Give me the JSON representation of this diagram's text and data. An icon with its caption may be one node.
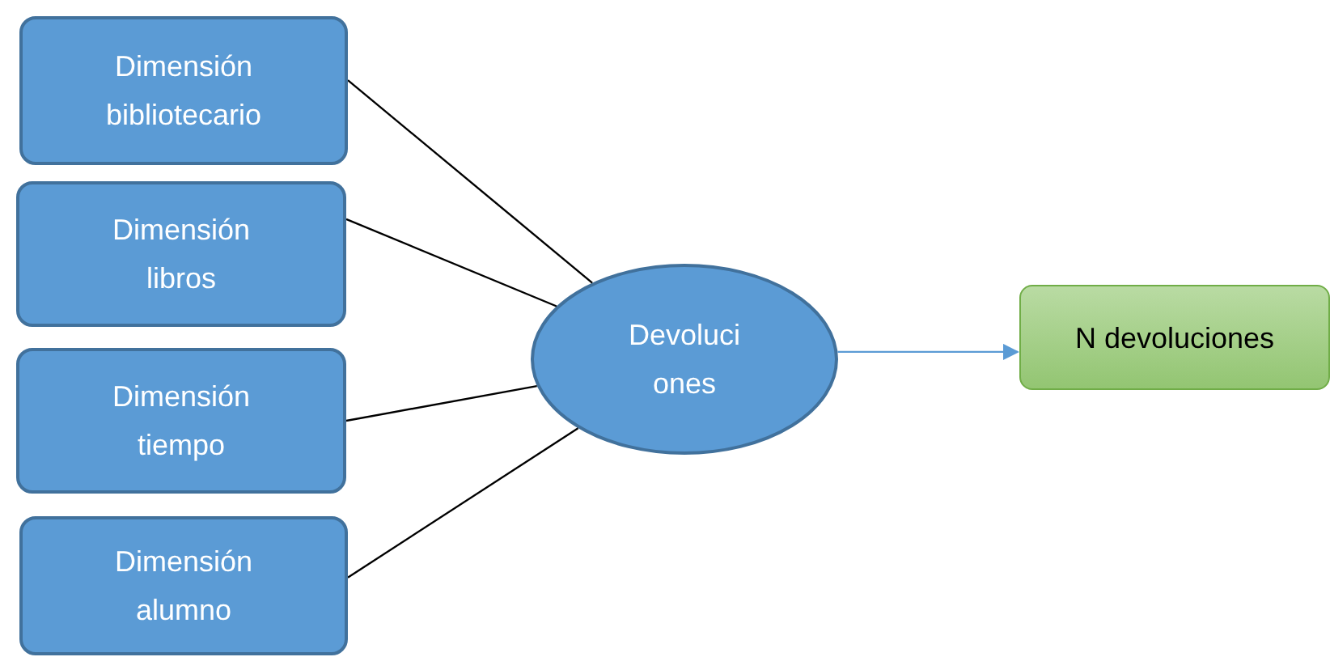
{
  "diagram": {
    "nodes": [
      {
        "text": [
          "Dimensión bibliotecario"
        ]
      },
      {
        "text": [
          "Dimensión libros"
        ]
      },
      {
        "text": [
          "Dimensión tiempo"
        ]
      },
      {
        "text": [
          "Dimensión alumno"
        ]
      },
      {
        "text": [
          "Devoluci ones"
        ]
      },
      {
        "text": [
          "N devoluciones"
        ]
      }
    ],
    "edges": [
      {
        "from": 0,
        "to": 4,
        "arrow": "none"
      },
      {
        "from": 1,
        "to": 4,
        "arrow": "none"
      },
      {
        "from": 2,
        "to": 4,
        "arrow": "none"
      },
      {
        "from": 3,
        "to": 4,
        "arrow": "none"
      },
      {
        "from": 4,
        "to": 5,
        "arrow": "to",
        "color": "#5b9bd5"
      }
    ]
  }
}
